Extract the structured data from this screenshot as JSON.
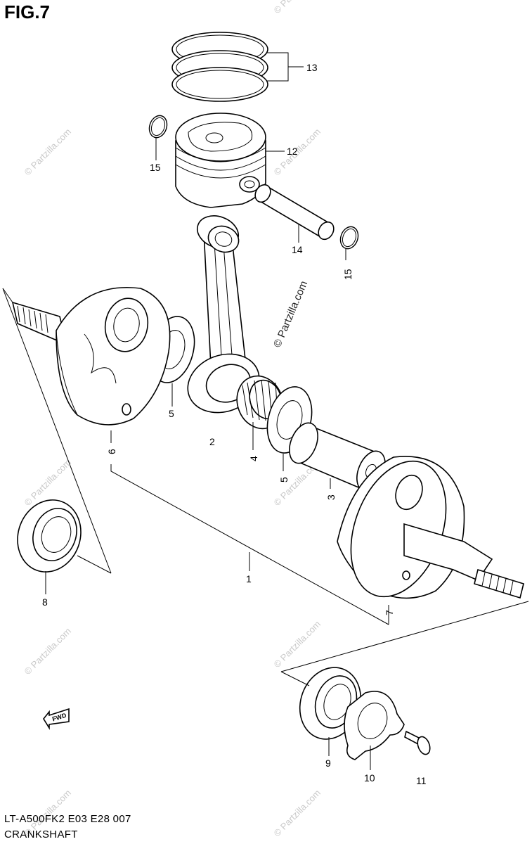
{
  "figure": {
    "title": "FIG.7",
    "model_line": "LT-A500FK2 E03 E28  007",
    "assembly_name": "CRANKSHAFT"
  },
  "watermark": {
    "text": "© Partzilla.com"
  },
  "parts": [
    {
      "id": "part-1",
      "label": "1"
    },
    {
      "id": "part-2",
      "label": "2"
    },
    {
      "id": "part-3",
      "label": "3"
    },
    {
      "id": "part-4",
      "label": "4"
    },
    {
      "id": "part-5a",
      "label": "5"
    },
    {
      "id": "part-5b",
      "label": "5"
    },
    {
      "id": "part-6",
      "label": "6"
    },
    {
      "id": "part-7",
      "label": "7"
    },
    {
      "id": "part-8",
      "label": "8"
    },
    {
      "id": "part-9",
      "label": "9"
    },
    {
      "id": "part-10",
      "label": "10"
    },
    {
      "id": "part-11",
      "label": "11"
    },
    {
      "id": "part-12",
      "label": "12"
    },
    {
      "id": "part-13",
      "label": "13"
    },
    {
      "id": "part-14",
      "label": "14"
    },
    {
      "id": "part-15a",
      "label": "15"
    },
    {
      "id": "part-15b",
      "label": "15"
    }
  ],
  "fwd_arrow": {
    "label": "FWD"
  }
}
